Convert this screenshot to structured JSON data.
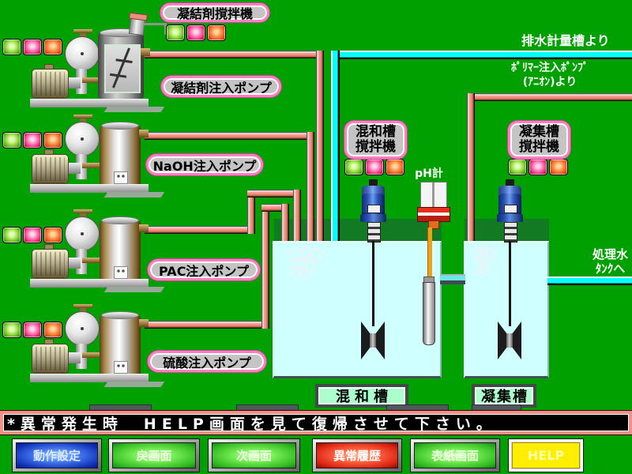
{
  "pump_station": {
    "agitator_label": "凝結剤撹拌機",
    "pumps": [
      {
        "label": "凝結剤注入ポンプ"
      },
      {
        "label": "NaOH注入ポンプ"
      },
      {
        "label": "PAC注入ポンプ"
      },
      {
        "label": "硫酸注入ポンプ"
      }
    ]
  },
  "mixers": [
    {
      "label_line1": "混和槽",
      "label_line2": "撹拌機"
    },
    {
      "label_line1": "凝集槽",
      "label_line2": "撹拌機"
    }
  ],
  "instruments": {
    "ph_meter_label": "pH計"
  },
  "tanks": [
    {
      "name": "混和槽"
    },
    {
      "name": "凝集槽"
    }
  ],
  "flow_annotations": {
    "drain_inlet": "排水計量槽より",
    "polymer_line1": "ﾎﾟﾘﾏｰ注入ﾎﾟﾝﾌﾟ",
    "polymer_line2": "(ｱﾆｵﾝ)より",
    "treated_line1": "処理水",
    "treated_line2": "ﾀﾝｸへ"
  },
  "status_lamps": {
    "sequence": [
      "green",
      "pink",
      "orange"
    ],
    "colors": {
      "green": "#58a818",
      "pink": "#e01a66",
      "orange": "#e04818"
    }
  },
  "alert_bar": {
    "message": "*異常発生時　HELP画面を見て復帰させて下さい。"
  },
  "nav_buttons": [
    {
      "label": "動作設定",
      "color": "#2a52d4"
    },
    {
      "label": "戻画面",
      "color": "#33bb22"
    },
    {
      "label": "次画面",
      "color": "#33bb22"
    },
    {
      "label": "異常履歴",
      "color": "#dd2211"
    },
    {
      "label": "表紙画面",
      "color": "#33bb22"
    },
    {
      "label": "HELP",
      "color": "#ffee00"
    }
  ],
  "palette": {
    "background": "#00a000",
    "pipe_chemical": "#ee8878",
    "pipe_water": "#00ffff",
    "tank_water": "#cfffff",
    "label_border": "#ff7fbf",
    "label_fill": "#c4c4c4",
    "tank_label_fill": "#aaffcc"
  }
}
